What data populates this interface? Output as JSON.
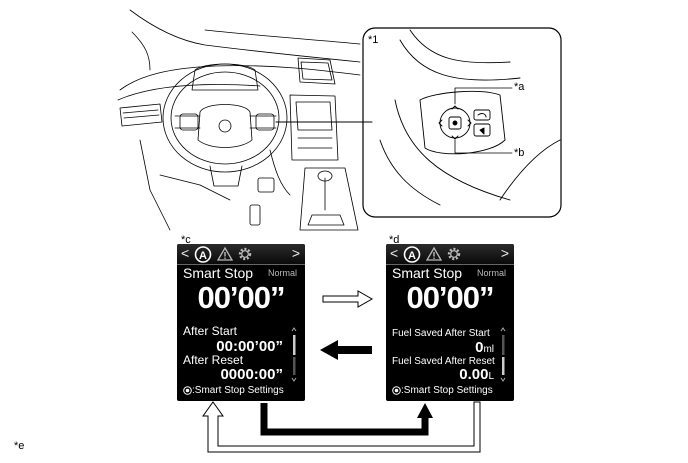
{
  "callouts": {
    "c1": "*1",
    "ca": "*a",
    "cb": "*b",
    "cc": "*c",
    "cd": "*d",
    "ce": "*e"
  },
  "screen_c": {
    "nav_left": "<",
    "nav_right": ">",
    "title": "Smart Stop",
    "mode": "Normal",
    "timer": "00’00”",
    "label_1": "After Start",
    "value_1": "00:00’00”",
    "label_2": "After Reset",
    "value_2": "0000:00”",
    "settings": ":Smart Stop Settings"
  },
  "screen_d": {
    "nav_left": "<",
    "nav_right": ">",
    "title": "Smart Stop",
    "mode": "Normal",
    "timer": "00’00”",
    "label_1": "Fuel Saved After Start",
    "value_1": "0",
    "unit_1": "ml",
    "label_2": "Fuel Saved After Reset",
    "value_2": "0.00",
    "unit_2": "L",
    "settings": ":Smart Stop Settings"
  },
  "icons": [
    "steering-wheel-switch-icon",
    "a-mode-icon",
    "warning-icon",
    "gear-icon",
    "radio-select-icon"
  ]
}
